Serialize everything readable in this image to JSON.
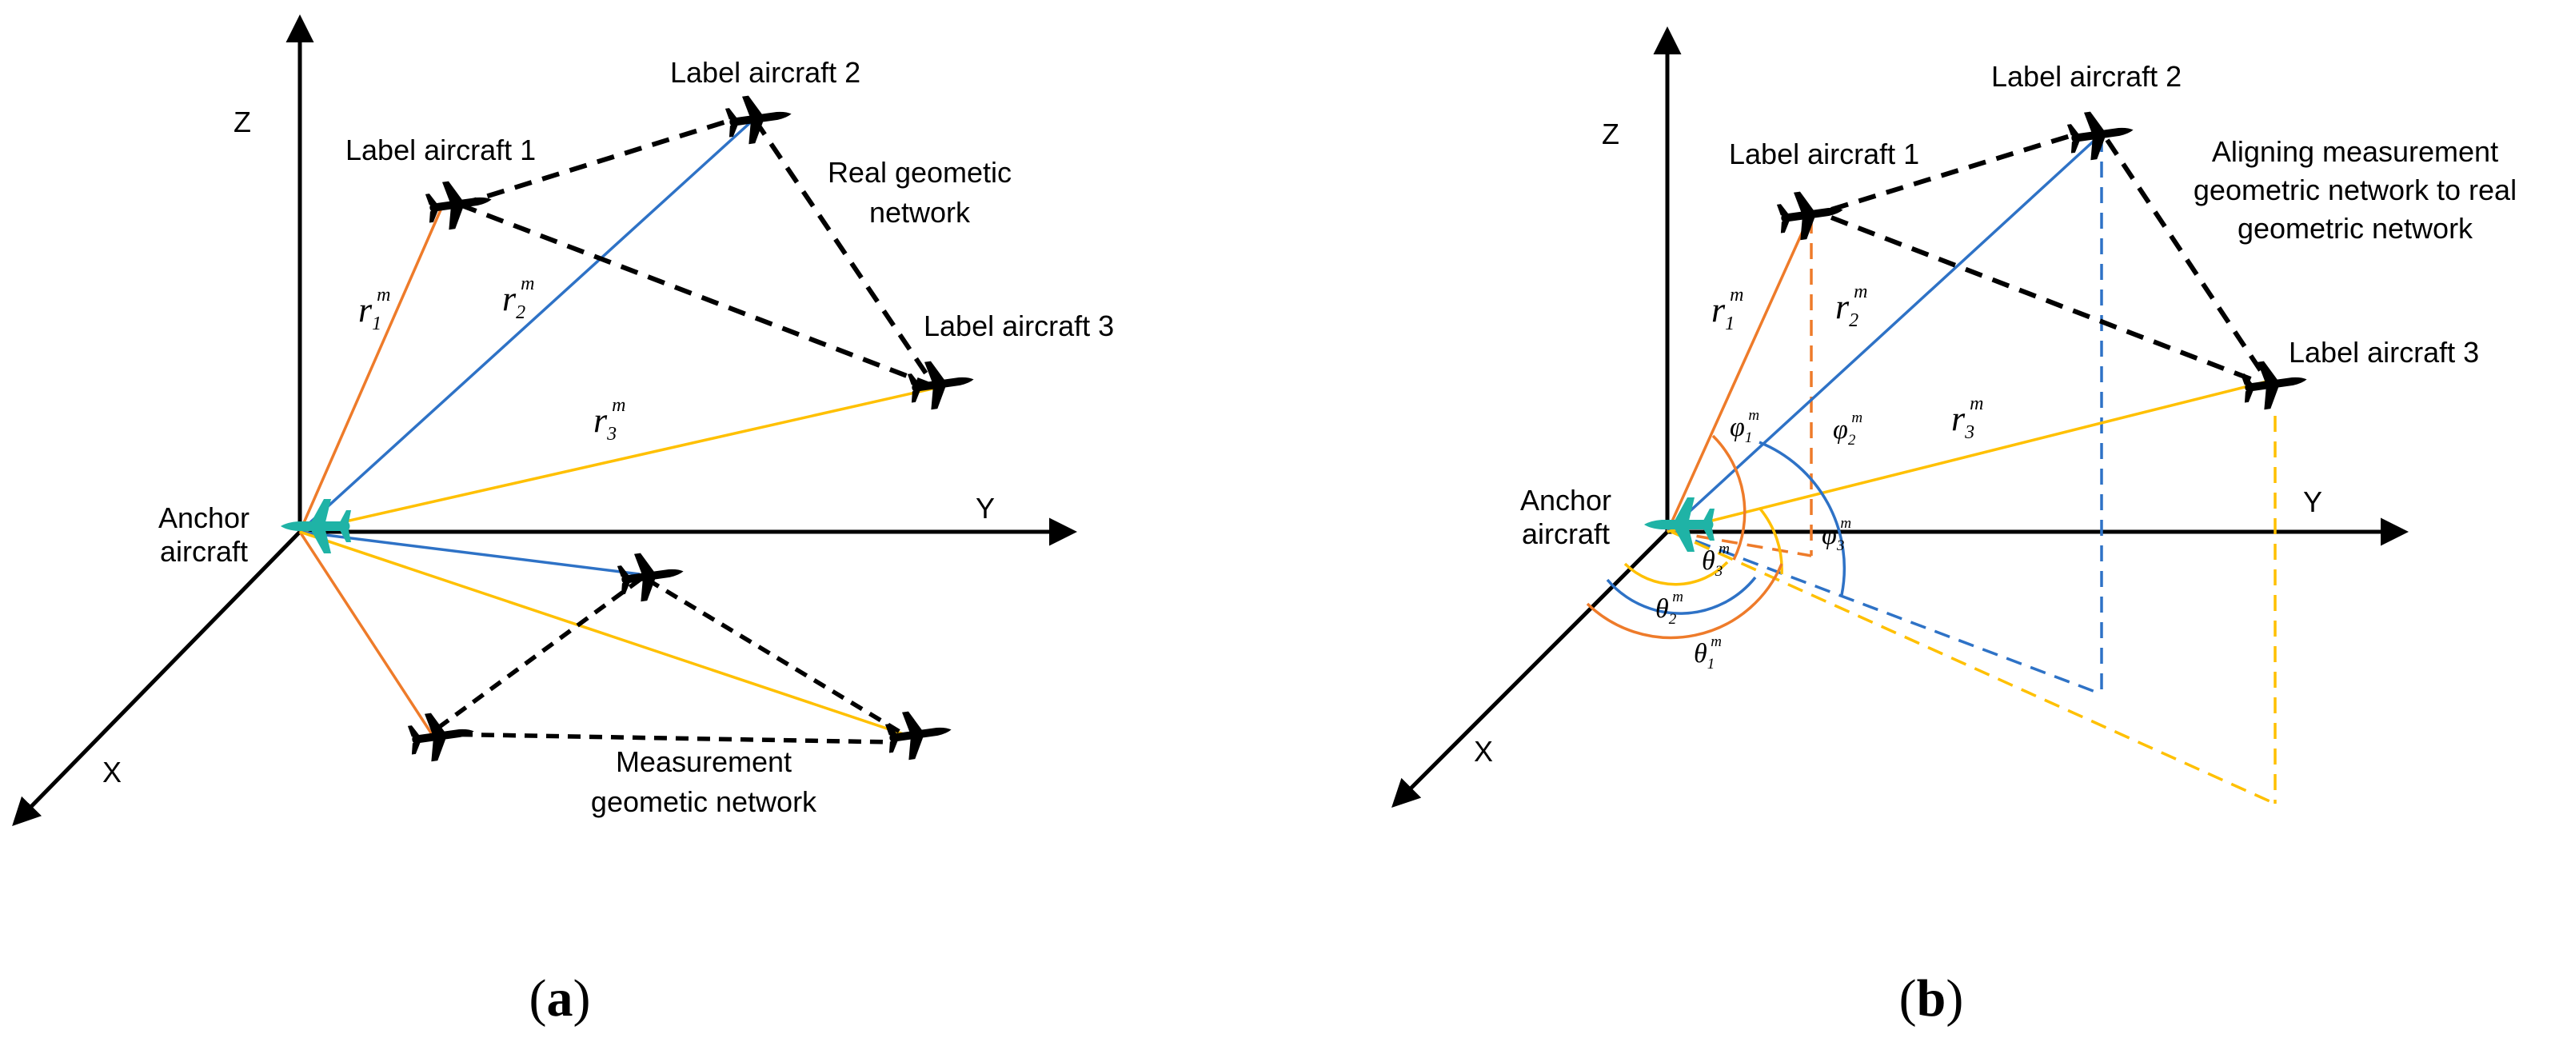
{
  "colors": {
    "orange": "#EE7B2A",
    "blue": "#2E72C6",
    "yellow": "#FFC000",
    "black": "#000000",
    "anchor": "#1FB3A6"
  },
  "panel_a": {
    "caption_open": "(",
    "caption_letter": "a",
    "caption_close": ")",
    "axis_z": "Z",
    "axis_y": "Y",
    "axis_x": "X",
    "anchor_line1": "Anchor",
    "anchor_line2": "aircraft",
    "label_aircraft_1": "Label aircraft 1",
    "label_aircraft_2": "Label aircraft 2",
    "label_aircraft_3": "Label aircraft 3",
    "real_net_line1": "Real geometic",
    "real_net_line2": "network",
    "meas_net_line1": "Measurement",
    "meas_net_line2": "geometic network",
    "r1_base": "r",
    "r1_sub": "1",
    "r1_sup": "m",
    "r2_base": "r",
    "r2_sub": "2",
    "r2_sup": "m",
    "r3_base": "r",
    "r3_sub": "3",
    "r3_sup": "m"
  },
  "panel_b": {
    "caption_open": "(",
    "caption_letter": "b",
    "caption_close": ")",
    "axis_z": "Z",
    "axis_y": "Y",
    "axis_x": "X",
    "anchor_line1": "Anchor",
    "anchor_line2": "aircraft",
    "label_aircraft_1": "Label aircraft 1",
    "label_aircraft_2": "Label aircraft 2",
    "label_aircraft_3": "Label aircraft 3",
    "align_line1": "Aligning measurement",
    "align_line2": "geometric network to real",
    "align_line3": "geometric network",
    "r1_base": "r",
    "r1_sub": "1",
    "r1_sup": "m",
    "r2_base": "r",
    "r2_sub": "2",
    "r2_sup": "m",
    "r3_base": "r",
    "r3_sub": "3",
    "r3_sup": "m",
    "phi1_base": "φ",
    "phi1_sub": "1",
    "phi1_sup": "m",
    "phi2_base": "φ",
    "phi2_sub": "2",
    "phi2_sup": "m",
    "phi3_base": "φ",
    "phi3_sub": "3",
    "phi3_sup": "m",
    "theta1_base": "θ",
    "theta1_sub": "1",
    "theta1_sup": "m",
    "theta2_base": "θ",
    "theta2_sub": "2",
    "theta2_sup": "m",
    "theta3_base": "θ",
    "theta3_sub": "3",
    "theta3_sup": "m"
  }
}
